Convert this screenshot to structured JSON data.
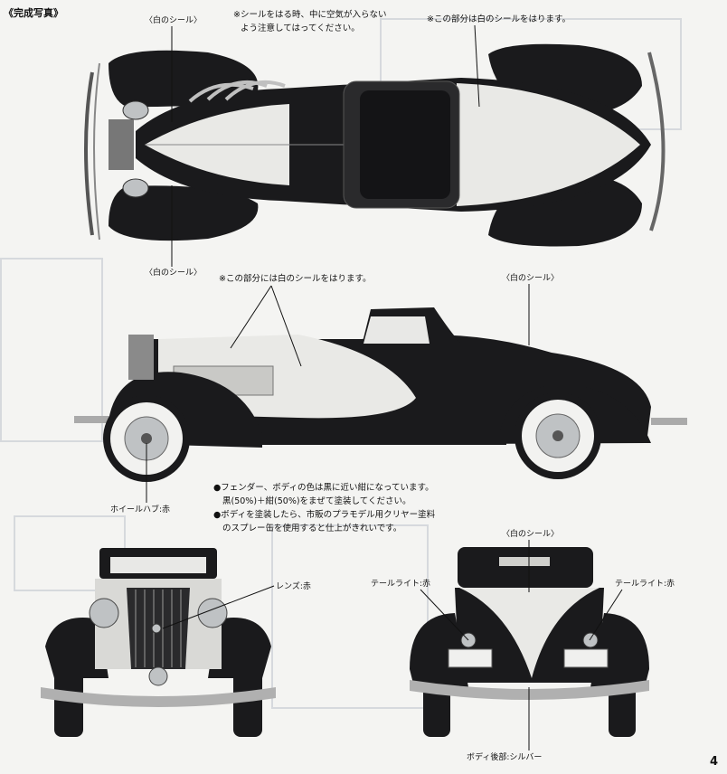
{
  "page": {
    "heading": "《完成写真》",
    "page_number": "4"
  },
  "top_view": {
    "label_white_seal_top": "〈白のシール〉",
    "label_white_seal_bottom": "〈白のシール〉",
    "note_air_line1": "※シールをはる時、中に空気が入らない",
    "note_air_line2": "よう注意してはってください。",
    "note_white_seal_part": "※この部分は白のシールをはります。"
  },
  "side_view": {
    "note_white_seal_part": "※この部分には白のシールをはります。",
    "label_white_seal": "〈白のシール〉",
    "label_wheel_hub": "ホイールハブ:赤"
  },
  "paint_notes": {
    "line1": "●フェンダー、ボディの色は黒に近い紺になっています。",
    "line2": "黒(50%)＋紺(50%)をまぜて塗装してください。",
    "line3": "●ボディを塗装したら、市販のプラモデル用クリヤー塗料",
    "line4": "のスプレー缶を使用すると仕上がきれいです。"
  },
  "front_view": {
    "label_lens": "レンズ:赤"
  },
  "rear_view": {
    "label_white_seal": "〈白のシール〉",
    "label_tail_left": "テールライト:赤",
    "label_tail_right": "テールライト:赤",
    "label_body_rear": "ボディ後部:シルバー"
  },
  "colors": {
    "body_dark": "#1a1a1c",
    "seal_white": "#e9e9e6",
    "chrome": "#bfc2c4",
    "background": "#f4f4f2",
    "ghost_print": "#c9cdd2"
  }
}
